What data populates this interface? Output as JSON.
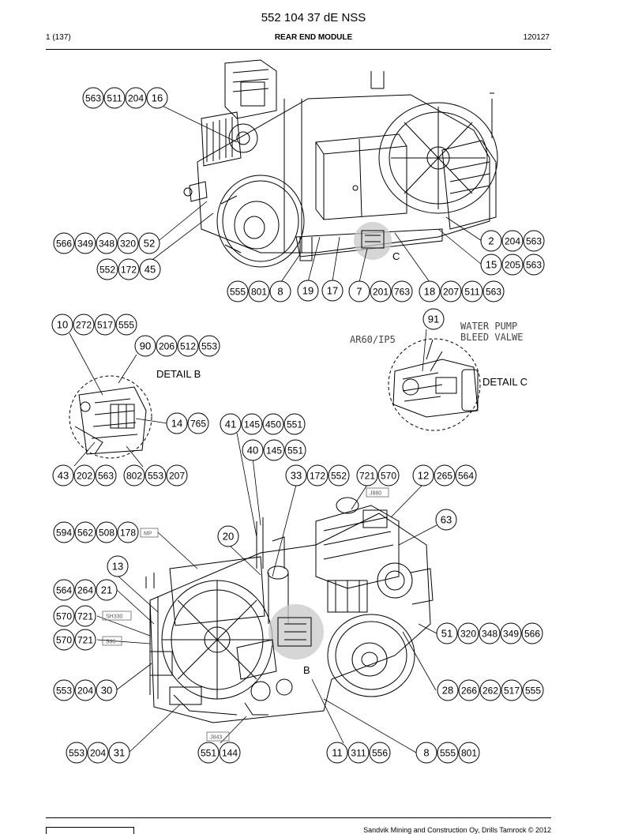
{
  "header": {
    "title": "552 104 37 dE NSS",
    "page_ref": "1 (137)",
    "section": "REAR END MODULE",
    "date_code": "120127"
  },
  "annotations": {
    "detail_b": "DETAIL B",
    "detail_c": "DETAIL C",
    "letter_b": "B",
    "letter_c": "C",
    "water_pump_1": "WATER PUMP",
    "water_pump_2": "BLEED VALWE",
    "ar60": "AR60/IP5",
    "tag_mp": "MP",
    "tag_j880": "J880",
    "tag_sh330": "SH330",
    "tag_s35": "S35",
    "tag_j843": "J843"
  },
  "callouts": [
    [
      "563",
      "511",
      "204",
      "16"
    ],
    [
      "566",
      "349",
      "348",
      "320",
      "52"
    ],
    [
      "552",
      "172",
      "45"
    ],
    [
      "2",
      "204",
      "563"
    ],
    [
      "15",
      "205",
      "563"
    ],
    [
      "555",
      "801",
      "8"
    ],
    [
      "19"
    ],
    [
      "17"
    ],
    [
      "7",
      "201",
      "763"
    ],
    [
      "18",
      "207",
      "511",
      "563"
    ],
    [
      "10",
      "272",
      "517",
      "555"
    ],
    [
      "91"
    ],
    [
      "90",
      "206",
      "512",
      "553"
    ],
    [
      "14",
      "765"
    ],
    [
      "41",
      "145",
      "450",
      "551"
    ],
    [
      "40",
      "145",
      "551"
    ],
    [
      "43",
      "202",
      "563"
    ],
    [
      "802",
      "553",
      "207"
    ],
    [
      "33",
      "172",
      "552"
    ],
    [
      "721",
      "570"
    ],
    [
      "12",
      "265",
      "564"
    ],
    [
      "63"
    ],
    [
      "594",
      "562",
      "508",
      "178"
    ],
    [
      "20"
    ],
    [
      "13"
    ],
    [
      "564",
      "264",
      "21"
    ],
    [
      "570",
      "721"
    ],
    [
      "570",
      "721"
    ],
    [
      "51",
      "320",
      "348",
      "349",
      "566"
    ],
    [
      "553",
      "204",
      "30"
    ],
    [
      "28",
      "266",
      "262",
      "517",
      "555"
    ],
    [
      "553",
      "204",
      "31"
    ],
    [
      "551",
      "144"
    ],
    [
      "11",
      "311",
      "556"
    ],
    [
      "8",
      "555",
      "801"
    ]
  ],
  "footer": {
    "copyright": "Sandvik Mining and Construction Oy, Drills Tamrock © 2012"
  }
}
